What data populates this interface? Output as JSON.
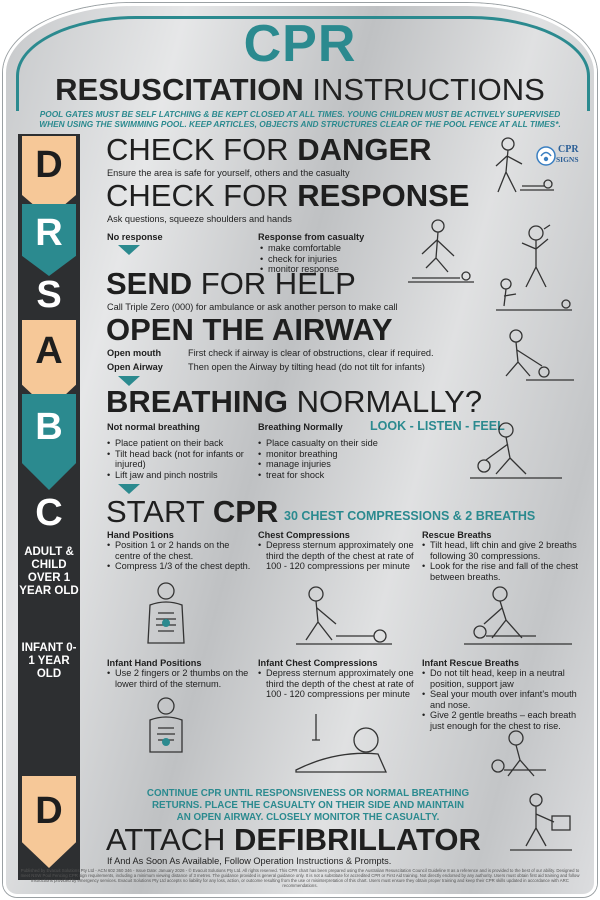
{
  "header": {
    "title": "CPR",
    "subtitle_bold": "RESUSCITATION",
    "subtitle_rest": " INSTRUCTIONS",
    "warning_line1": "POOL GATES MUST BE SELF LATCHING & BE KEPT CLOSED AT ALL TIMES. YOUNG CHILDREN MUST BE ACTIVELY SUPERVISED",
    "warning_line2": "WHEN USING THE SWIMMING POOL. KEEP ARTICLES, OBJECTS AND STRUCTURES CLEAR OF THE POOL FENCE AT ALL TIMES*."
  },
  "logo": {
    "line1": "CPR",
    "line2": "SIGNS"
  },
  "steps": {
    "d1": "D",
    "r": "R",
    "s": "S",
    "a": "A",
    "b": "B",
    "c": "C",
    "d2": "D"
  },
  "side_notes": {
    "adult": "ADULT & CHILD OVER 1 YEAR OLD",
    "infant": "INFANT 0- 1 YEAR OLD"
  },
  "danger": {
    "pre": "CHECK FOR ",
    "bold": "DANGER",
    "desc": "Ensure the area is safe for yourself, others and the casualty"
  },
  "response": {
    "pre": "CHECK FOR ",
    "bold": "RESPONSE",
    "desc": "Ask questions, squeeze shoulders and hands",
    "no_response": "No response",
    "yes_heading": "Response from casualty",
    "yes_items": [
      "make comfortable",
      "check for injuries",
      "monitor response"
    ]
  },
  "send": {
    "bold": "SEND",
    "rest": " FOR HELP",
    "desc": "Call Triple Zero (000) for ambulance or ask another person to make call"
  },
  "airway": {
    "heading": "OPEN THE AIRWAY",
    "row1_label": "Open mouth",
    "row1_text": "First check if airway is clear of obstructions, clear if required.",
    "row2_label": "Open Airway",
    "row2_text": "Then open the Airway by tilting head (do not tilt for infants)"
  },
  "breathing": {
    "bold": "BREATHING",
    "rest": " NORMALLY?",
    "not_heading": "Not normal breathing",
    "not_items": [
      "Place patient on their back",
      "Tilt head back (not for infants or injured)",
      "Lift jaw and pinch nostrils"
    ],
    "normal_heading": "Breathing Normally",
    "normal_items": [
      "Place casualty on their side",
      "monitor breathing",
      "manage injuries",
      "treat for shock"
    ],
    "look": "LOOK - LISTEN - FEEL"
  },
  "cpr": {
    "pre": "START ",
    "bold": "CPR",
    "ratio": "30 CHEST COMPRESSIONS & 2 BREATHS",
    "hand_heading": "Hand Positions",
    "hand_items": [
      "Position 1 or 2 hands on the centre of the chest.",
      "Compress 1/3 of the chest depth."
    ],
    "comp_heading": "Chest Compressions",
    "comp_items": [
      "Depress sternum approximately one third the depth of the chest at rate of 100 - 120 compressions per minute"
    ],
    "rescue_heading": "Rescue Breaths",
    "rescue_items": [
      "Tilt head, lift chin and give 2 breaths following 30 compressions.",
      "Look for the rise and fall of the chest between breaths."
    ],
    "ihand_heading": "Infant Hand Positions",
    "ihand_items": [
      "Use 2 fingers or 2 thumbs on the lower third of the sternum."
    ],
    "icomp_heading": "Infant Chest Compressions",
    "icomp_items": [
      "Depress sternum approximately one third the depth of the chest at rate of 100 - 120 compressions per minute"
    ],
    "irescue_heading": "Infant Rescue Breaths",
    "irescue_items": [
      "Do not tilt head, keep in a neutral position, support jaw",
      "Seal your mouth over infant's mouth and nose.",
      "Give 2 gentle breaths – each breath just enough for the chest to rise."
    ]
  },
  "continue_text": {
    "line1": "CONTINUE CPR UNTIL RESPONSIVENESS OR NORMAL BREATHING",
    "line2": "RETURNS. PLACE THE  CASUALTY ON THEIR SIDE AND MAINTAIN",
    "line3": "AN OPEN AIRWAY. CLOSELY MONITOR THE CASUALTY."
  },
  "defib": {
    "pre": "ATTACH ",
    "bold": "DEFIBRILLATOR",
    "desc": "If And As Soon As Available, Follow Operation Instructions & Prompts."
  },
  "fine_print": "Published by Evacuit Solutions Pty Ltd - ACN 602 360 346 - Issue Date: January 2026 - © Evacuit Solutions Pty Ltd. All rights reserved. This CPR chart has been prepared using the Australian Resuscitation Council Guideline 8 as a reference and is provided to the best of our ability. Designed to meet NSW Pool Fencing CPR sign requirements, including a minimum viewing distance of 3 metres. The guidance provided is general guidance only. It is not a substitute for accredited CPR or First Aid training. Not directly endorsed by any authority. Users must obtain first aid training and follow instructions provided by emergency services. Evacuit Solutions Pty Ltd accepts no liability for any loss, action, or outcome resulting from the use or misinterpretation of this chart. Users must ensure they obtain proper training and keep their CPR skills updated in accordance with ARC recommendations.",
  "colors": {
    "teal": "#2b8a8f",
    "peach": "#f6c898",
    "dark": "#2d2f31"
  }
}
